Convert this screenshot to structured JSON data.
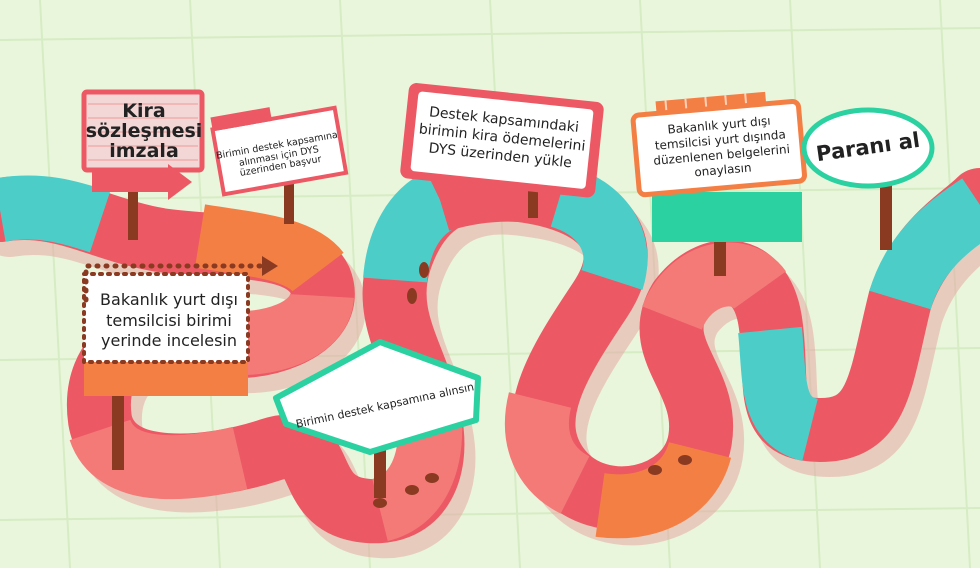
{
  "steps": [
    {
      "id": 1,
      "text": "Kira sözleşmesi imzala"
    },
    {
      "id": 2,
      "text": "Birimin destek kapsamına alınması için DYS üzerinden başvur"
    },
    {
      "id": 3,
      "text": "Bakanlık yurt dışı temsilcisi birimi yerinde incelesin"
    },
    {
      "id": 4,
      "text": "Birimin destek kapsamına alınsın"
    },
    {
      "id": 5,
      "text": "Destek kapsamındaki birimin kira ödemelerini DYS üzerinden yükle"
    },
    {
      "id": 6,
      "text": "Bakanlık yurt dışı temsilcisi yurt dışında düzenlenen belgelerini onaylasın"
    },
    {
      "id": 7,
      "text": "Paranı al"
    }
  ],
  "colors": {
    "background": "#e9f6dc",
    "road_red": "#ec5864",
    "road_salmon": "#f47a78",
    "road_teal": "#4dcdc8",
    "road_orange": "#f47f45",
    "sign_green": "#2bd1a1",
    "post_brown": "#8b3a22"
  }
}
